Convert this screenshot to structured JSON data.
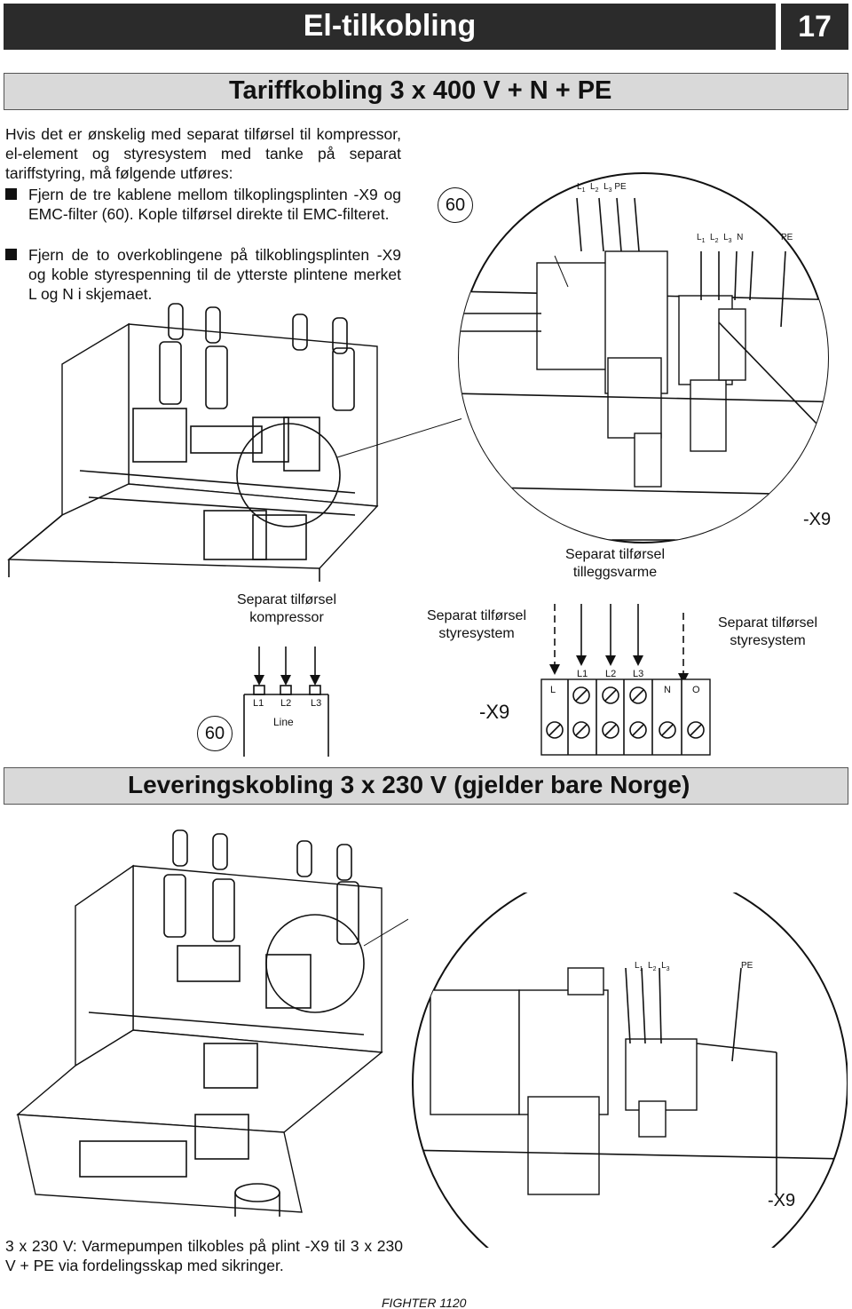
{
  "header": {
    "title": "El-tilkobling",
    "page_number": "17"
  },
  "section1": {
    "title": "Tariffkobling 3 x 400 V + N + PE",
    "intro": "Hvis det er ønskelig med separat tilførsel til kompressor, el-element og styresystem med tanke på separat tariffstyring, må følgende utføres:",
    "bullets": [
      "Fjern de tre kablene mellom tilkoplingsplinten -X9 og EMC-filter (60). Kople tilførsel direkte til EMC-filteret.",
      "Fjern de to overkoblingene på tilkoblingsplinten -X9 og koble styrespenning til de ytterste plintene merket L og N i skjemaet."
    ]
  },
  "diagram1": {
    "emc_label": "60",
    "emc_terminals": [
      "L",
      "1",
      "L",
      "2",
      "L",
      "3",
      "PE"
    ],
    "x9_terminals_top": [
      "L",
      "1",
      "L",
      "2",
      "L",
      "3",
      "N",
      "PE"
    ],
    "x9_label": "-X9"
  },
  "schematic": {
    "label_compressor_1": "Separat tilførsel",
    "label_compressor_2": "kompressor",
    "label_styr1_1": "Separat tilførsel",
    "label_styr1_2": "styresystem",
    "label_tillegg_1": "Separat tilførsel",
    "label_tillegg_2": "tilleggsvarme",
    "label_styr2_1": "Separat tilførsel",
    "label_styr2_2": "styresystem",
    "emc_id": "60",
    "emc_terminals": [
      "L1",
      "L2",
      "L3"
    ],
    "emc_line_label": "Line",
    "x9_label": "-X9",
    "x9_terminals": [
      "L",
      "L1",
      "L2",
      "L3",
      "N",
      "O"
    ]
  },
  "section2": {
    "title": "Leveringskobling 3 x 230 V (gjelder bare Norge)"
  },
  "diagram2": {
    "terminals": [
      "L",
      "1",
      "L",
      "2",
      "L",
      "3",
      "PE"
    ],
    "x9_label": "-X9"
  },
  "bottom_text": "3 x 230 V: Varmepumpen tilkobles på plint -X9 til 3 x 230 V + PE via fordelingsskap med sikringer.",
  "footer": "FIGHTER 1120"
}
